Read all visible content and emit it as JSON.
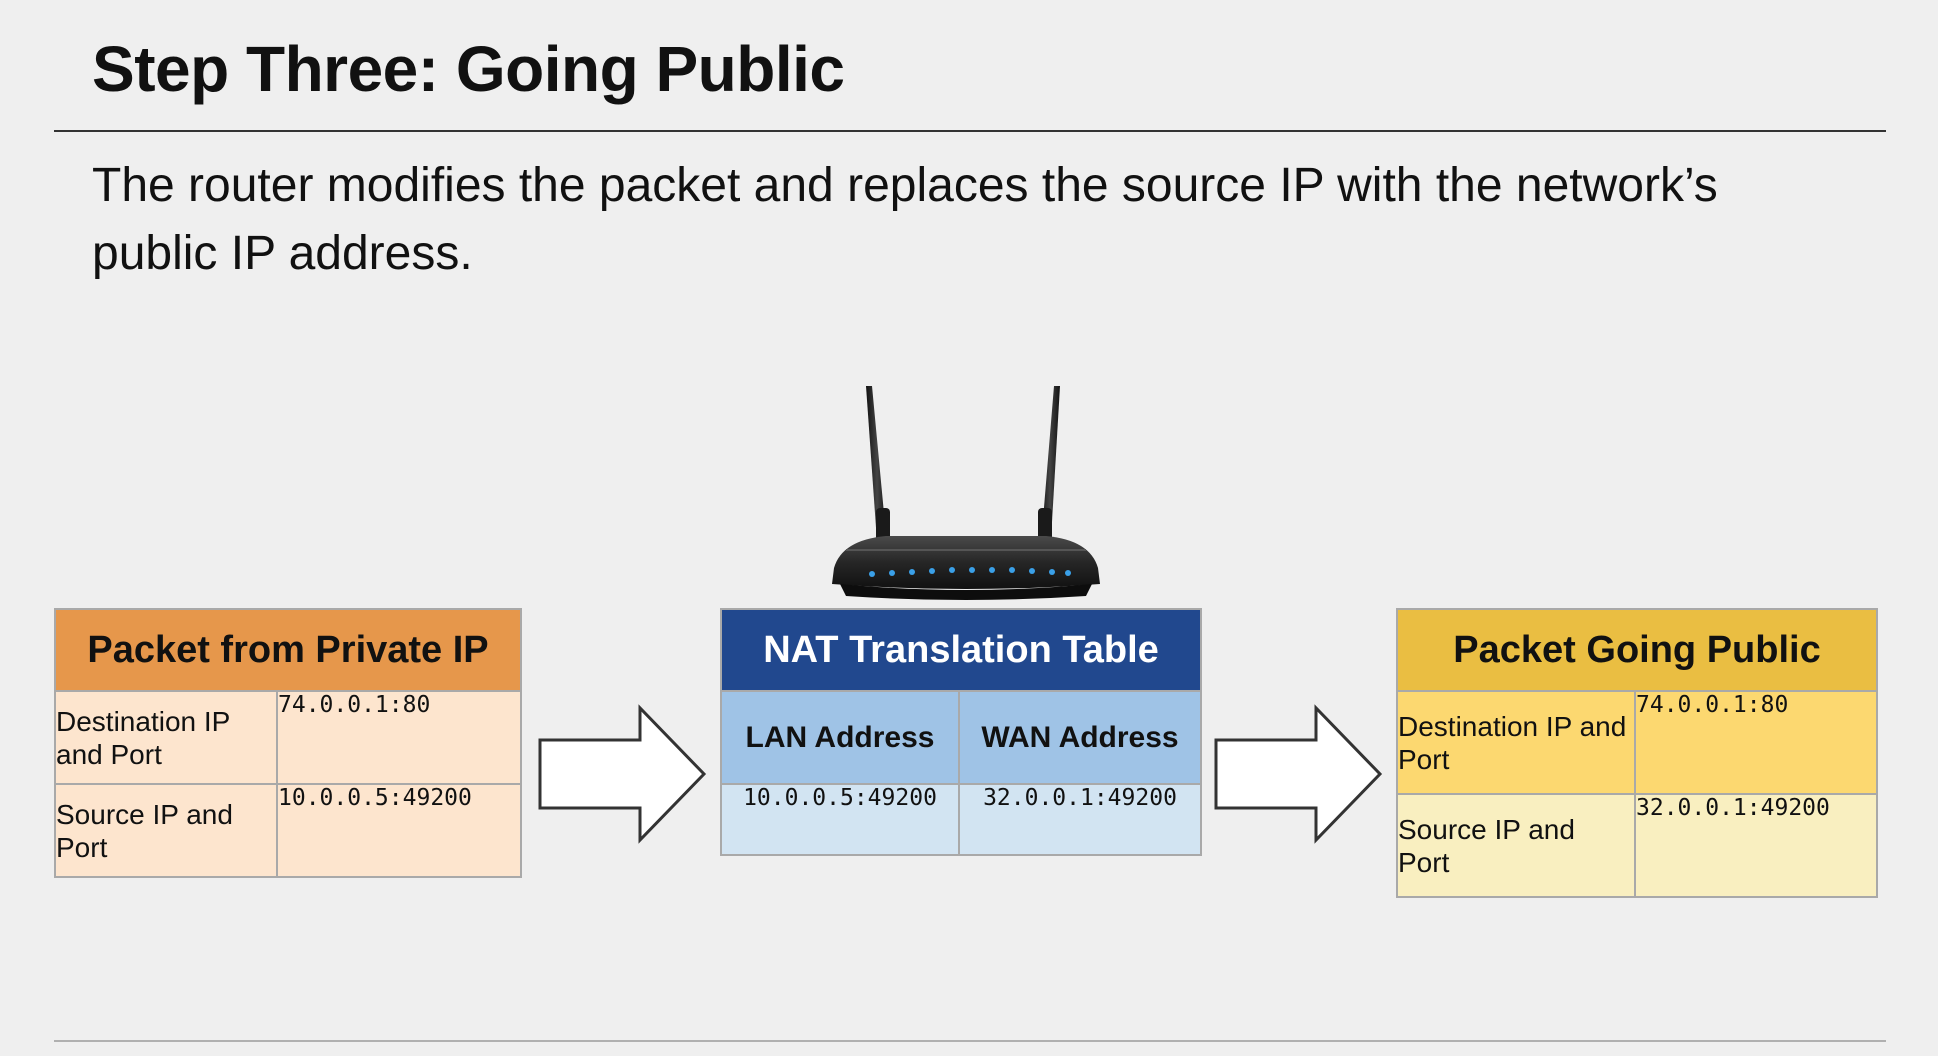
{
  "title": "Step Three: Going Public",
  "subtitle": "The router modifies the packet and replaces the source IP with the network’s public IP address.",
  "private_packet": {
    "header": "Packet from Private IP",
    "rows": [
      {
        "label": "Destination IP and Port",
        "value": "74.0.0.1:80"
      },
      {
        "label": "Source IP and Port",
        "value": "10.0.0.5:49200"
      }
    ]
  },
  "nat_table": {
    "header": "NAT Translation Table",
    "columns": [
      "LAN Address",
      "WAN Address"
    ],
    "rows": [
      [
        "10.0.0.5:49200",
        "32.0.0.1:49200"
      ]
    ]
  },
  "public_packet": {
    "header": "Packet Going Public",
    "rows": [
      {
        "label": "Destination IP and Port",
        "value": "74.0.0.1:80"
      },
      {
        "label": "Source IP and Port",
        "value": "32.0.0.1:49200"
      }
    ]
  },
  "icons": {
    "router": "wifi-router-icon",
    "arrow": "right-arrow-icon"
  },
  "colors": {
    "private_header": "#e6974b",
    "private_cell": "#fde5ce",
    "nat_header": "#21488e",
    "nat_columns": "#9fc3e6",
    "nat_cell": "#d2e4f2",
    "public_header": "#eabe42",
    "public_row1": "#fcd870",
    "public_row2": "#f9efc0",
    "router_led": "#3aa0e8"
  }
}
